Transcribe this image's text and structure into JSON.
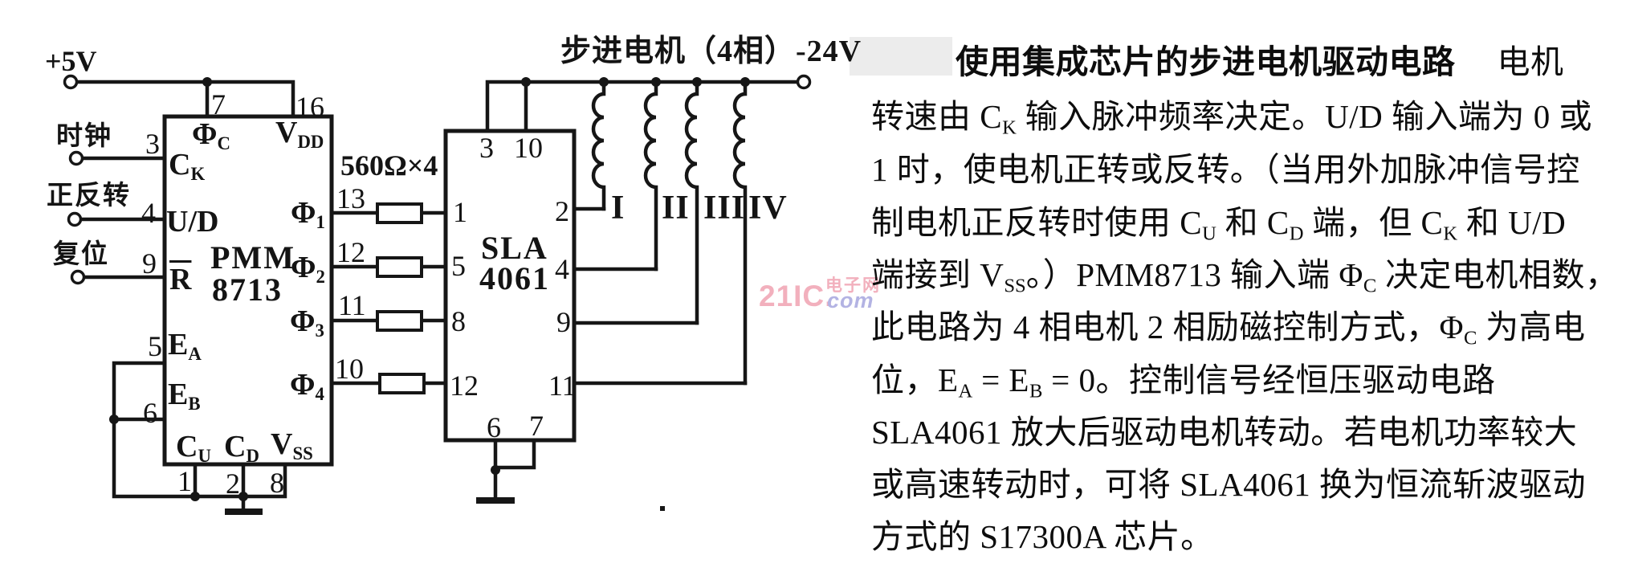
{
  "schematic": {
    "supply_label": "+5V",
    "motor_rail_label": "步进电机（4相）-24V",
    "resistor_group_label": "560Ω×4",
    "inputs": [
      {
        "label": "时钟",
        "pin": "3",
        "signal": [
          {
            "t": "C"
          },
          {
            "t": "K",
            "sub": true
          }
        ]
      },
      {
        "label": "正反转",
        "pin": "4",
        "signal": [
          {
            "t": "U/D"
          }
        ]
      },
      {
        "label": "复位",
        "pin": "9",
        "signal": [
          {
            "t": "R",
            "bar": true
          }
        ]
      }
    ],
    "pmm": {
      "name_line1": "PMM",
      "name_line2": "8713",
      "pin7": {
        "num": "7",
        "signal": [
          {
            "t": "Φ"
          },
          {
            "t": "C",
            "sub": true
          }
        ]
      },
      "pin16": {
        "num": "16",
        "signal": [
          {
            "t": "V"
          },
          {
            "t": "DD",
            "sub": true
          }
        ]
      },
      "pin5": {
        "num": "5",
        "signal": [
          {
            "t": "E"
          },
          {
            "t": "A",
            "sub": true
          }
        ]
      },
      "pin6": {
        "num": "6",
        "signal": [
          {
            "t": "E"
          },
          {
            "t": "B",
            "sub": true
          }
        ]
      },
      "pin1": {
        "num": "1",
        "signal": [
          {
            "t": "C"
          },
          {
            "t": "U",
            "sub": true
          }
        ]
      },
      "pin2": {
        "num": "2",
        "signal": [
          {
            "t": "C"
          },
          {
            "t": "D",
            "sub": true
          }
        ]
      },
      "pin8": {
        "num": "8",
        "signal": [
          {
            "t": "V"
          },
          {
            "t": "SS",
            "sub": true
          }
        ]
      },
      "pin13": {
        "num": "13",
        "signal": [
          {
            "t": "Φ"
          },
          {
            "t": "1",
            "sub": true
          }
        ]
      },
      "pin12": {
        "num": "12",
        "signal": [
          {
            "t": "Φ"
          },
          {
            "t": "2",
            "sub": true
          }
        ]
      },
      "pin11": {
        "num": "11",
        "signal": [
          {
            "t": "Φ"
          },
          {
            "t": "3",
            "sub": true
          }
        ]
      },
      "pin10": {
        "num": "10",
        "signal": [
          {
            "t": "Φ"
          },
          {
            "t": "4",
            "sub": true
          }
        ]
      }
    },
    "sla": {
      "name_line1": "SLA",
      "name_line2": "4061",
      "top_pins": [
        "3",
        "10"
      ],
      "left_pins": [
        "1",
        "5",
        "8",
        "12"
      ],
      "right_pins": [
        "2",
        "4",
        "9",
        "11"
      ],
      "bottom_pins": [
        "6",
        "7"
      ]
    },
    "coil_labels": [
      "I",
      "II",
      "III",
      "IV"
    ]
  },
  "watermark": {
    "brand": "21IC.",
    "cn": "电子网",
    "suffix": "com"
  },
  "article": {
    "lines": [
      [
        {
          "t": "使用集成芯片的步进电机驱动电路",
          "b": true
        },
        {
          "t": "电机",
          "gap": true
        }
      ],
      [
        {
          "t": "转速由 C"
        },
        {
          "t": "K",
          "sub": true
        },
        {
          "t": " 输入脉冲频率决定。U/D 输入端为 0 或"
        }
      ],
      [
        {
          "t": "1 时，使电机正转或反转。（当用外加脉冲信号控"
        }
      ],
      [
        {
          "t": "制电机正反转时使用 C"
        },
        {
          "t": "U",
          "sub": true
        },
        {
          "t": " 和 C"
        },
        {
          "t": "D",
          "sub": true
        },
        {
          "t": " 端，但 C"
        },
        {
          "t": "K",
          "sub": true
        },
        {
          "t": " 和 U/D"
        }
      ],
      [
        {
          "t": "端接到 V"
        },
        {
          "t": "SS",
          "sub": true
        },
        {
          "t": "。）PMM8713 输入端 Φ"
        },
        {
          "t": "C",
          "sub": true
        },
        {
          "t": " 决定电机相数，"
        }
      ],
      [
        {
          "t": "此电路为 4 相电机 2 相励磁控制方式，Φ"
        },
        {
          "t": "C",
          "sub": true
        },
        {
          "t": " 为高电"
        }
      ],
      [
        {
          "t": "位，E"
        },
        {
          "t": "A",
          "sub": true
        },
        {
          "t": " = E"
        },
        {
          "t": "B",
          "sub": true
        },
        {
          "t": " = 0。控制信号经恒压驱动电路"
        }
      ],
      [
        {
          "t": "SLA4061 放大后驱动电机转动。若电机功率较大"
        }
      ],
      [
        {
          "t": "或高速转动时，可将 SLA4061 换为恒流斩波驱动"
        }
      ],
      [
        {
          "t": "方式的 S17300A 芯片。"
        }
      ]
    ]
  }
}
